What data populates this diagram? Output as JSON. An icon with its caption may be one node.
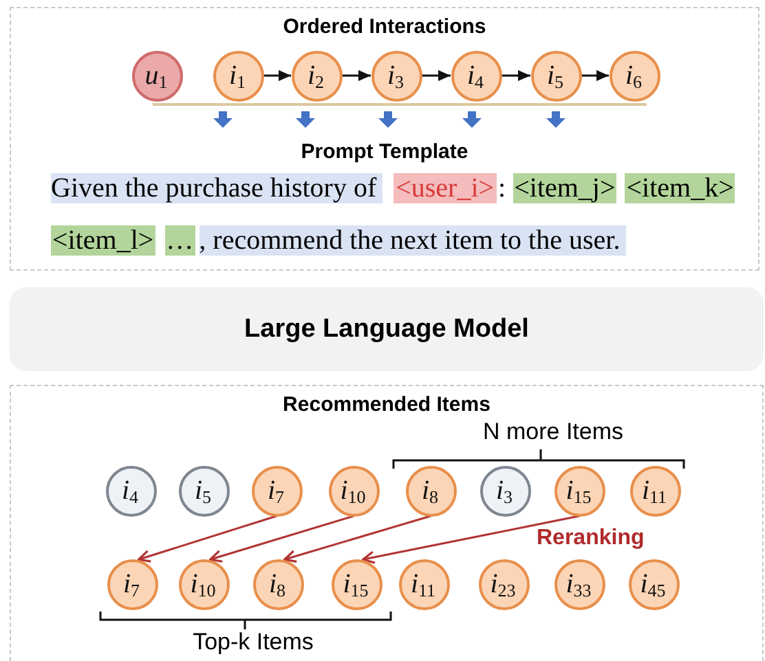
{
  "diagram": {
    "nodes": [
      {
        "text": [
          "Ordered Interactions",
          "Prompt Template"
        ]
      },
      {
        "text": [
          "*u*$_{1}$"
        ],
        "in": 0
      },
      {
        "text": [
          "*i*$_{1}$"
        ],
        "in": 0
      },
      {
        "text": [
          "*i*$_{2}$"
        ],
        "in": 0
      },
      {
        "text": [
          "*i*$_{3}$"
        ],
        "in": 0
      },
      {
        "text": [
          "*i*$_{4}$"
        ],
        "in": 0
      },
      {
        "text": [
          "*i*$_{5}$"
        ],
        "in": 0
      },
      {
        "text": [
          "*i*$_{6}$"
        ],
        "in": 0
      },
      {
        "text": [
          "Large Language Model"
        ]
      },
      {
        "text": [
          "Recommended Items"
        ]
      },
      {
        "text": [
          "*i*$_{4}$"
        ],
        "in": 9
      },
      {
        "text": [
          "*i*$_{5}$"
        ],
        "in": 9
      },
      {
        "text": [
          "*i*$_{7}$"
        ],
        "in": 9
      },
      {
        "text": [
          "*i*$_{10}$"
        ],
        "in": 9
      },
      {
        "text": [
          "*i*$_{8}$"
        ],
        "in": 9
      },
      {
        "text": [
          "*i*$_{3}$"
        ],
        "in": 9
      },
      {
        "text": [
          "*i*$_{15}$"
        ],
        "in": 9
      },
      {
        "text": [
          "*i*$_{11}$"
        ],
        "in": 9
      },
      {
        "text": [
          "*i*$_{7}$"
        ],
        "in": 9
      },
      {
        "text": [
          "*i*$_{10}$"
        ],
        "in": 9
      },
      {
        "text": [
          "*i*$_{8}$"
        ],
        "in": 9
      },
      {
        "text": [
          "*i*$_{15}$"
        ],
        "in": 9
      },
      {
        "text": [
          "*i*$_{11}$"
        ],
        "in": 9
      },
      {
        "text": [
          "*i*$_{23}$"
        ],
        "in": 9
      },
      {
        "text": [
          "*i*$_{33}$"
        ],
        "in": 9
      },
      {
        "text": [
          "*i*$_{45}$"
        ],
        "in": 9
      }
    ],
    "edges": [
      {
        "from": 2,
        "to": 3,
        "arrow": "to"
      },
      {
        "from": 3,
        "to": 4,
        "arrow": "to"
      },
      {
        "from": 4,
        "to": 5,
        "arrow": "to"
      },
      {
        "from": 5,
        "to": 6,
        "arrow": "to"
      },
      {
        "from": 6,
        "to": 7,
        "arrow": "to"
      },
      {
        "from": 12,
        "to": 18,
        "arrow": "to",
        "color": "#b23434"
      },
      {
        "from": 13,
        "to": 19,
        "arrow": "to",
        "color": "#b23434"
      },
      {
        "from": 14,
        "to": 20,
        "arrow": "to",
        "color": "#b23434"
      },
      {
        "from": 16,
        "to": 21,
        "arrow": "to",
        "color": "#b23434"
      }
    ],
    "labels": [
      "Given the purchase history of",
      "<user_i>",
      ":",
      "<item_j>",
      "<item_k>",
      "<item_l>",
      "…",
      ", recommend the next item to the user.",
      "N more Items",
      "Reranking",
      "Top-k Items"
    ]
  }
}
